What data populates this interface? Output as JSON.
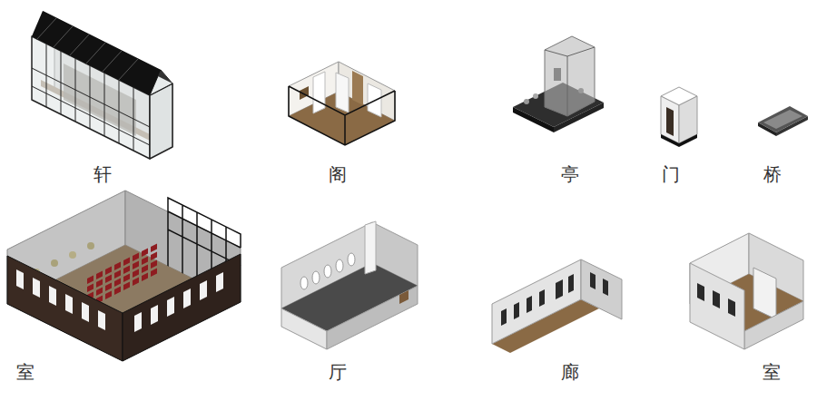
{
  "diagram": {
    "labels": [
      "轩",
      "阁",
      "亭",
      "门",
      "桥",
      "室",
      "厅",
      "廊",
      "室"
    ]
  }
}
